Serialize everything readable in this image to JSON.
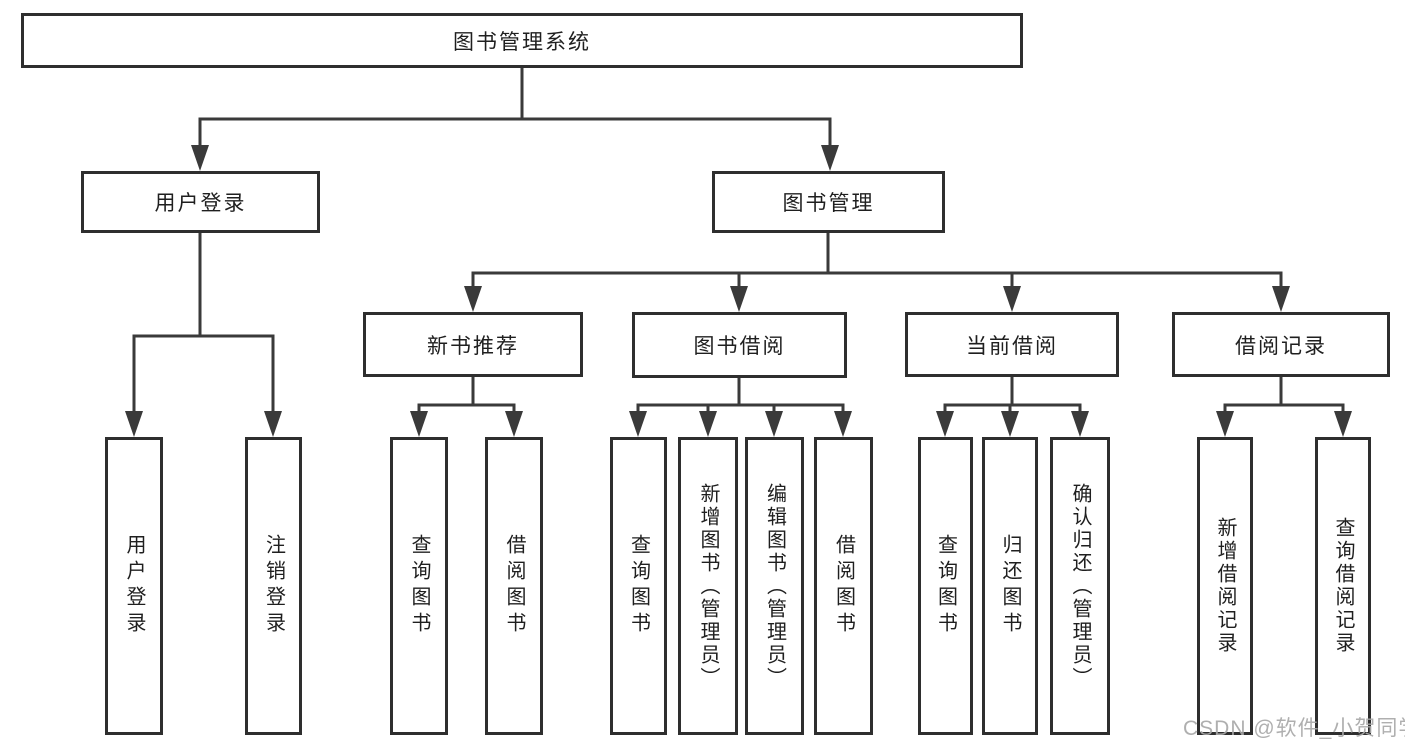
{
  "diagram": {
    "tree": {
      "label": "图书管理系统",
      "children": [
        {
          "label": "用户登录",
          "children": [
            {
              "label": "用户登录"
            },
            {
              "label": "注销登录"
            }
          ]
        },
        {
          "label": "图书管理",
          "children": [
            {
              "label": "新书推荐",
              "children": [
                {
                  "label": "查询图书"
                },
                {
                  "label": "借阅图书"
                }
              ]
            },
            {
              "label": "图书借阅",
              "children": [
                {
                  "label": "查询图书"
                },
                {
                  "label": "新增图书（管理员）"
                },
                {
                  "label": "编辑图书（管理员）"
                },
                {
                  "label": "借阅图书"
                }
              ]
            },
            {
              "label": "当前借阅",
              "children": [
                {
                  "label": "查询图书"
                },
                {
                  "label": "归还图书"
                },
                {
                  "label": "确认归还（管理员）"
                }
              ]
            },
            {
              "label": "借阅记录",
              "children": [
                {
                  "label": "新增借阅记录"
                },
                {
                  "label": "查询借阅记录"
                }
              ]
            }
          ]
        }
      ]
    },
    "watermark": "CSDN @软件_小贺同学",
    "colors": {
      "line": "#3a3a3a",
      "border": "#2e2e2e",
      "text": "#1f1f1f",
      "watermark": "#a8a8a8",
      "background": "#ffffff"
    }
  }
}
